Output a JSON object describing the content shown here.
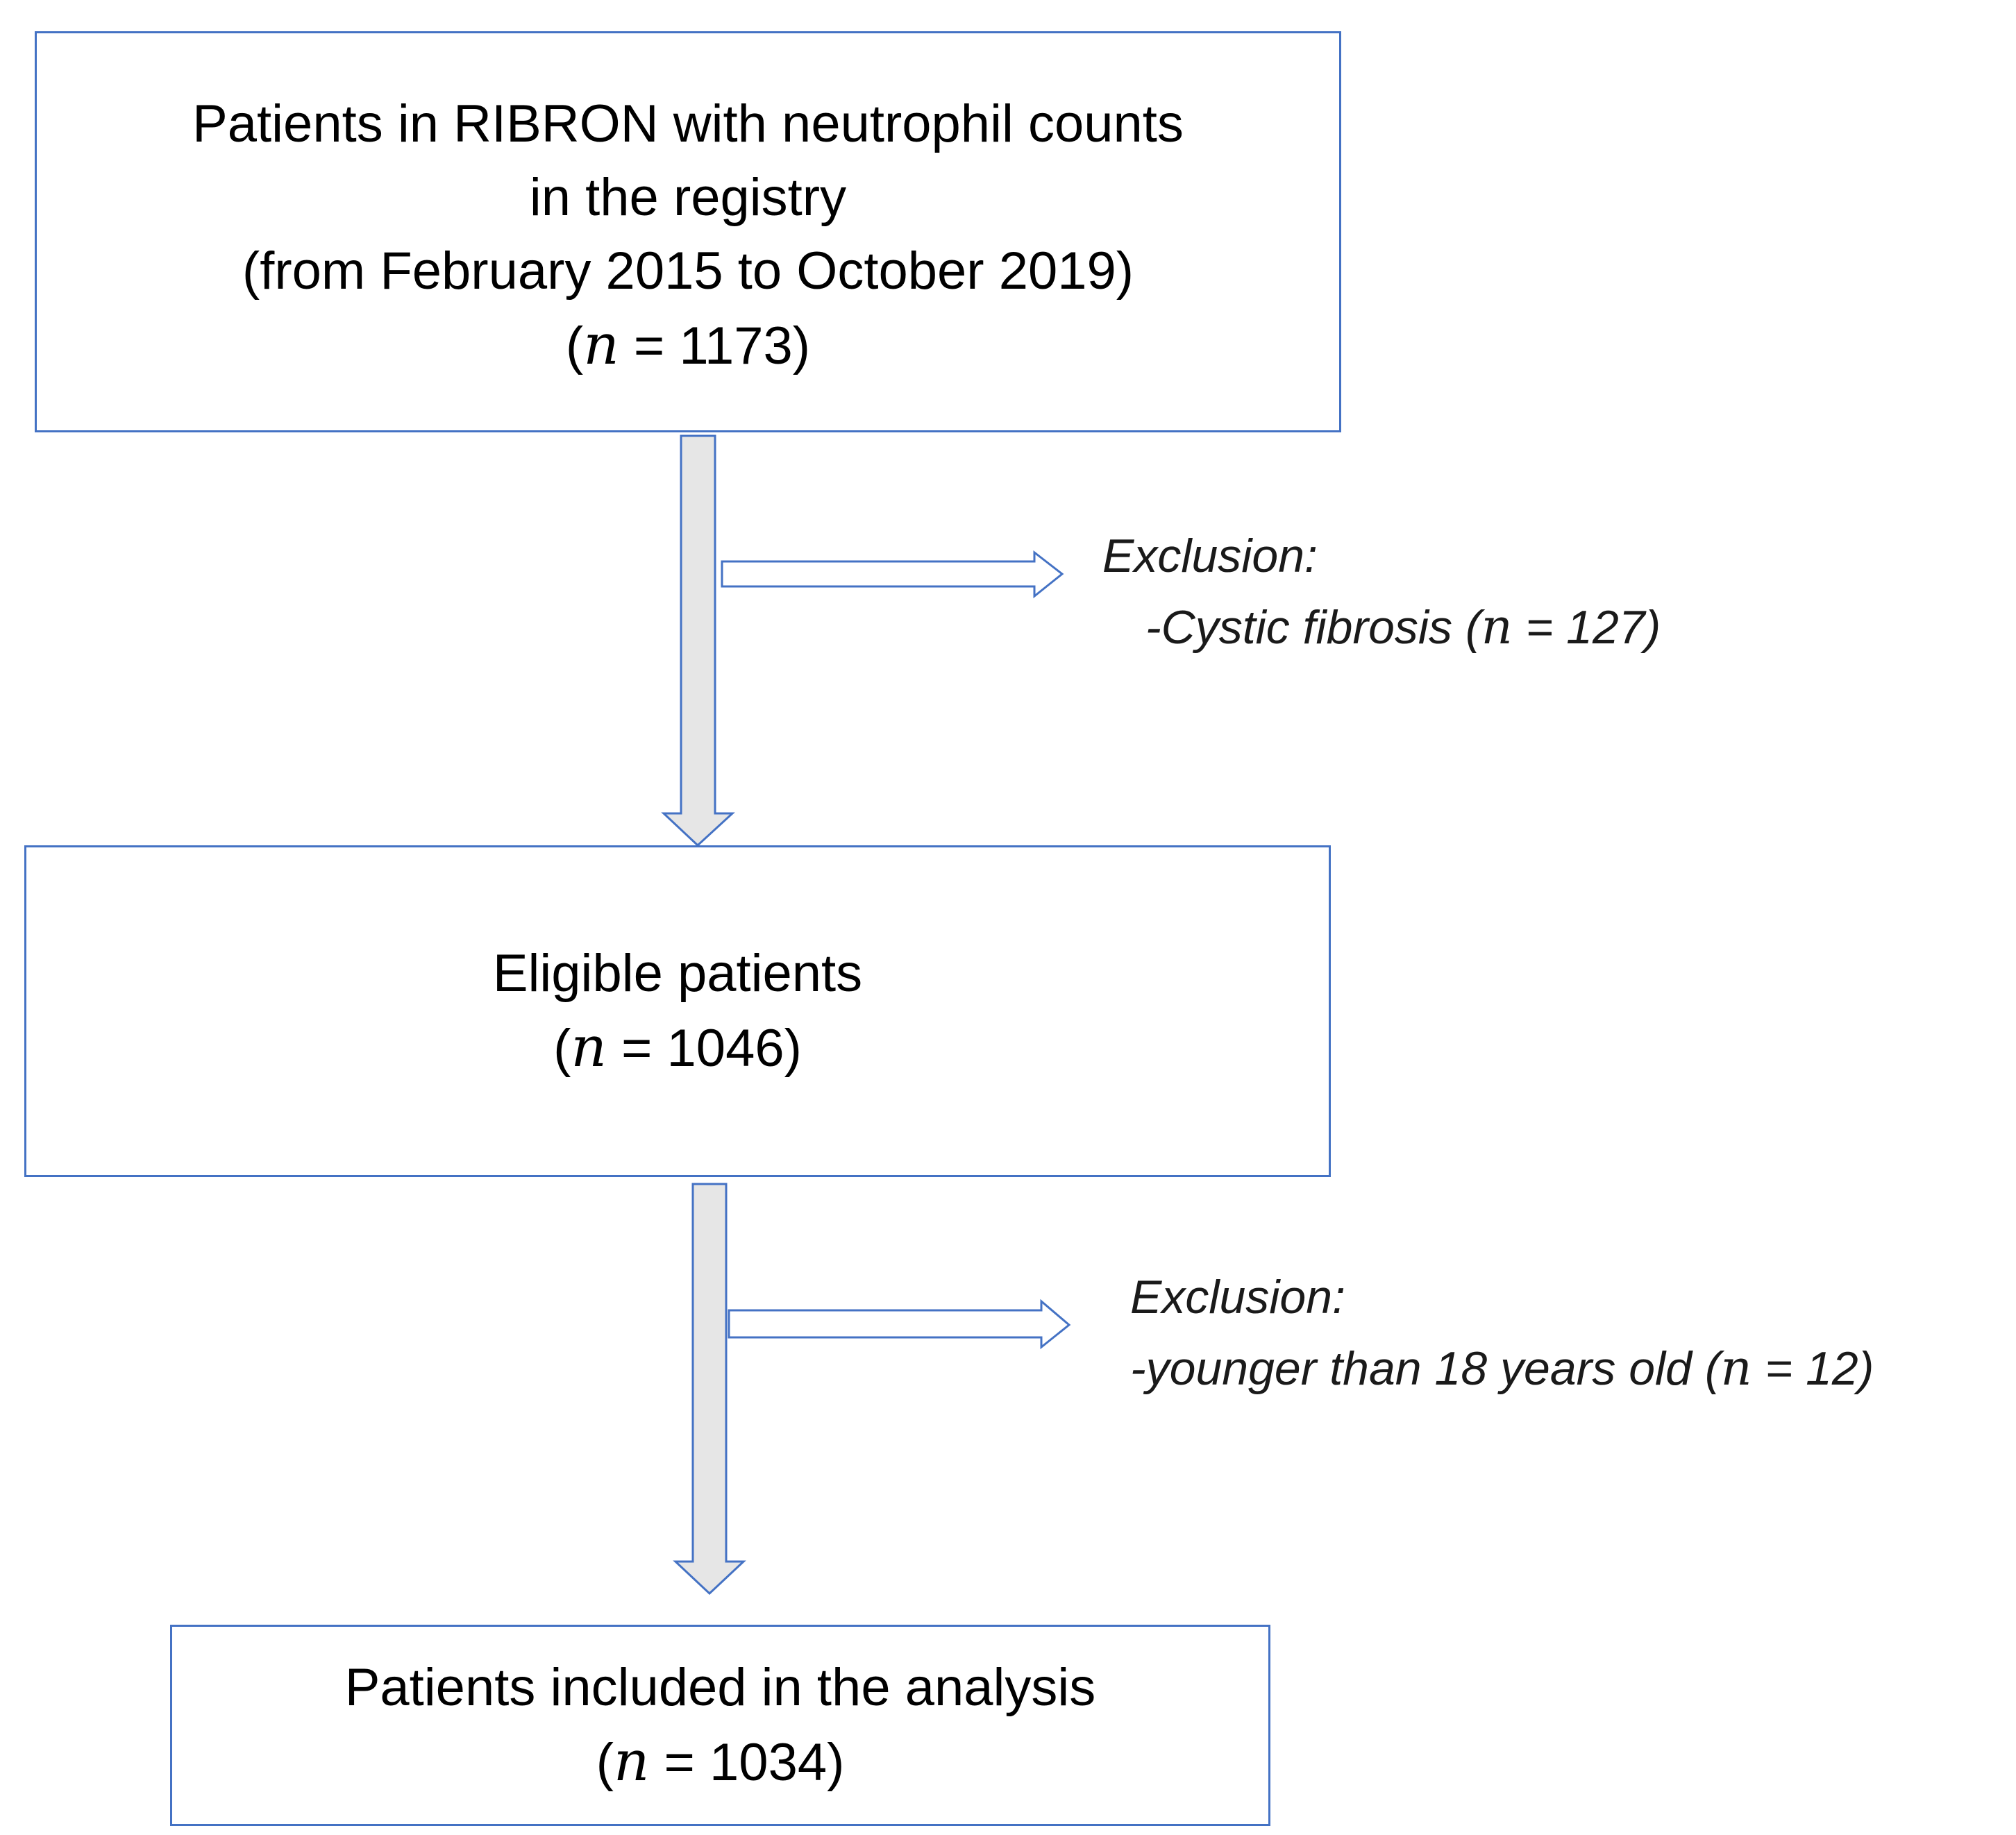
{
  "colors": {
    "box_border": "#4472c4",
    "main_arrow_fill": "#e6e6e6",
    "main_arrow_stroke": "#4472c4",
    "side_arrow_fill": "#ffffff"
  },
  "boxes": [
    {
      "lines": [
        "Patients in RIBRON with neutrophil counts",
        "in the registry",
        "(from February 2015 to October 2019)"
      ],
      "count": {
        "open": "(",
        "var": "n",
        "rest": " = 1173)"
      }
    },
    {
      "lines": [
        "Eligible patients"
      ],
      "count": {
        "open": "(",
        "var": "n",
        "rest": " = 1046)"
      }
    },
    {
      "lines": [
        "Patients included in the analysis"
      ],
      "count": {
        "open": "(",
        "var": "n",
        "rest": " = 1034)"
      }
    }
  ],
  "exclusions": [
    {
      "heading": "Exclusion:",
      "item_prefix": "-Cystic fibrosis (",
      "item_var": "n",
      "item_suffix": " = 127)"
    },
    {
      "heading": "Exclusion:",
      "item_prefix": "-younger than 18 years old (",
      "item_var": "n",
      "item_suffix": " = 12)"
    }
  ]
}
